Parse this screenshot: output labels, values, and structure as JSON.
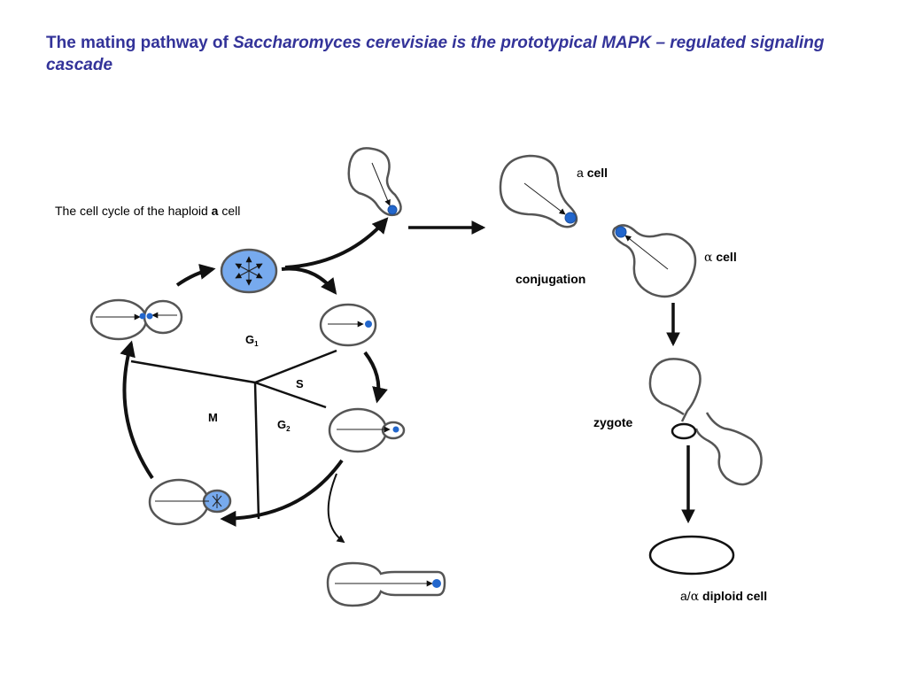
{
  "title": {
    "part1": "The mating pathway of ",
    "part2": "Saccharomyces cerevisiae is the prototypical MAPK – regulated signaling cascade"
  },
  "cell_cycle": {
    "caption_prefix": "The cell cycle of the haploid ",
    "caption_bold": "a",
    "caption_suffix": " cell",
    "phase_g1": "G",
    "phase_g1_sub": "1",
    "phase_s": "S",
    "phase_g2": "G",
    "phase_g2_sub": "2",
    "phase_m": "M"
  },
  "mating": {
    "a_cell_prefix": "a ",
    "a_cell_bold": "cell",
    "alpha_symbol": "α",
    "alpha_cell_bold": " cell",
    "conjugation": "conjugation",
    "zygote": "zygote",
    "diploid_prefix": "a/",
    "diploid_alpha": "α",
    "diploid_bold": " diploid cell"
  },
  "colors": {
    "title": "#333399",
    "cell_outline": "#555555",
    "nucleus": "#2266cc",
    "cell_fill_blue": "#77aaee"
  },
  "icons": [
    "arrow-right-icon",
    "arrow-down-icon",
    "curved-arrow-icon"
  ]
}
